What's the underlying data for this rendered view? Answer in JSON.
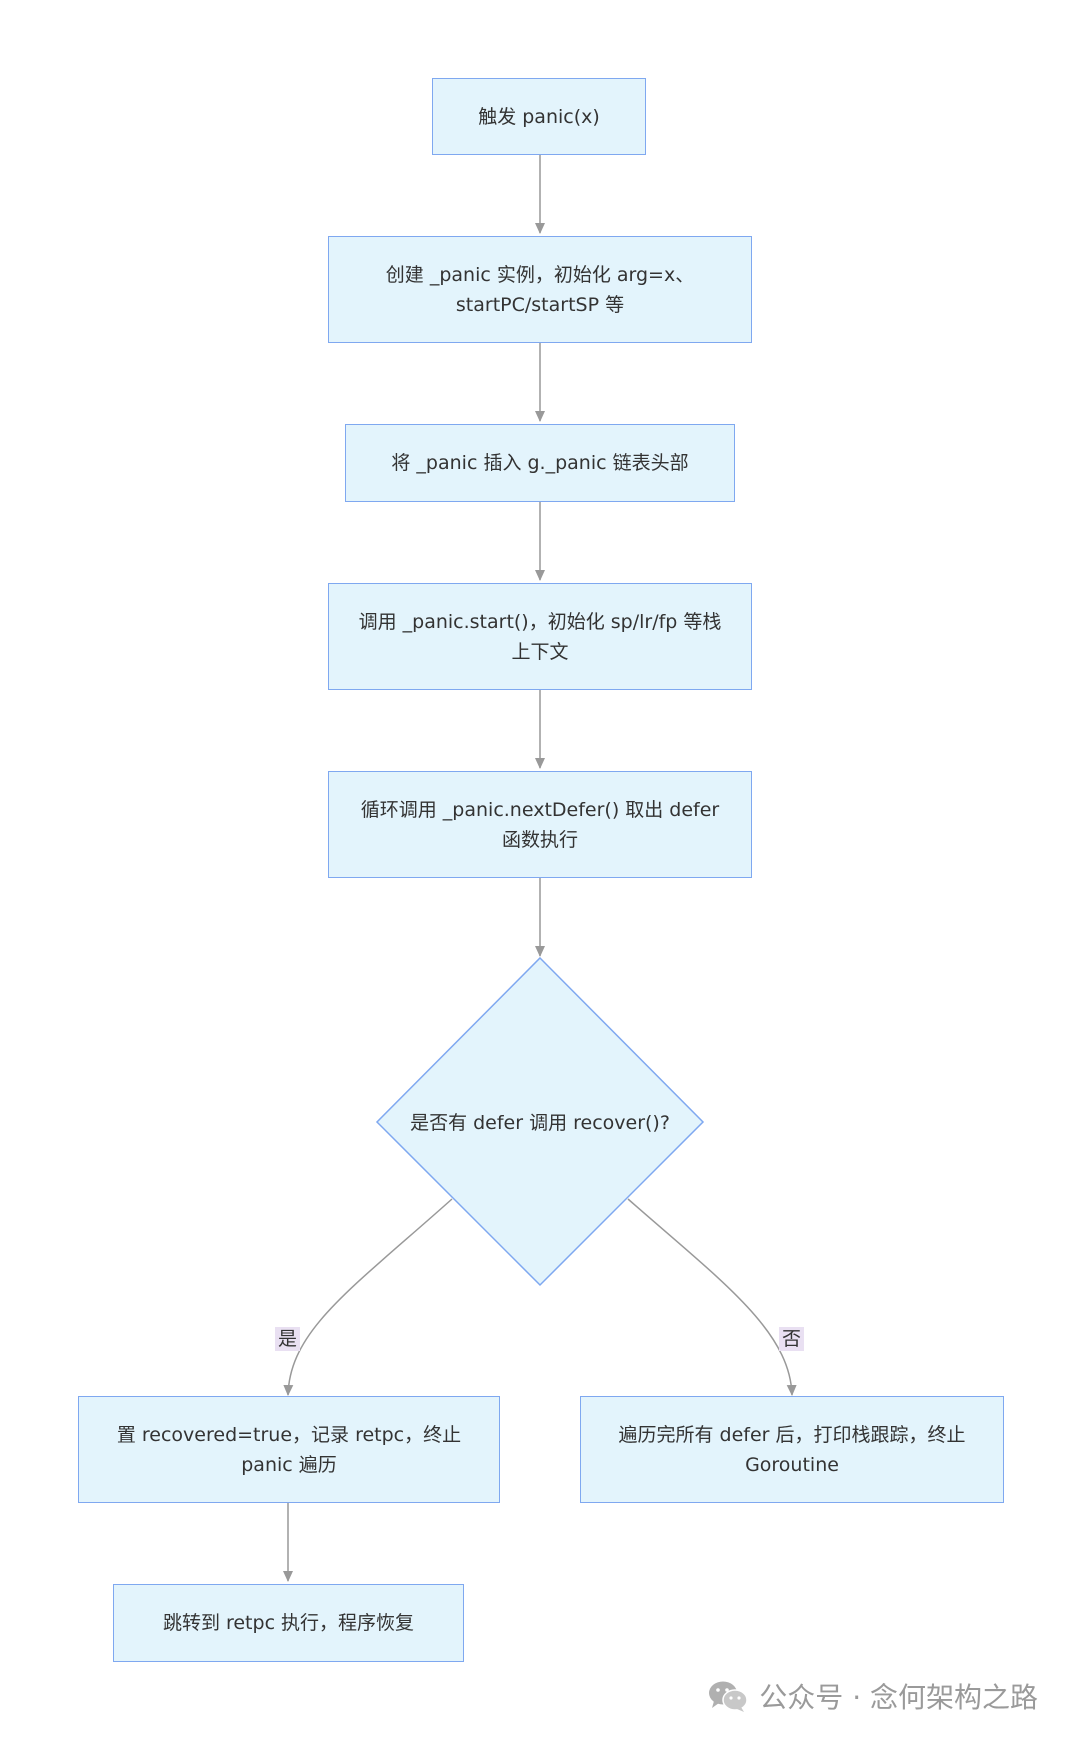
{
  "nodes": {
    "n1": "触发 panic(x)",
    "n2": "创建 _panic 实例，初始化 arg=x、startPC/startSP 等",
    "n3": "将 _panic 插入 g._panic 链表头部",
    "n4": "调用 _panic.start()，初始化 sp/lr/fp 等栈上下文",
    "n5": "循环调用 _panic.nextDefer() 取出 defer 函数执行",
    "decision": "是否有 defer 调用 recover()?",
    "yes_box": "置 recovered=true，记录 retpc，终止 panic 遍历",
    "no_box": "遍历完所有 defer 后，打印栈跟踪，终止 Goroutine",
    "final": "跳转到 retpc 执行，程序恢复"
  },
  "edge_labels": {
    "yes": "是",
    "no": "否"
  },
  "watermark": {
    "text": "公众号 · 念何架构之路",
    "icon": "wechat-icon"
  },
  "colors": {
    "node_fill": "#e3f4fc",
    "node_stroke": "#7fa8f0",
    "edge": "#999999",
    "label_bg": "#e9e0f2"
  }
}
